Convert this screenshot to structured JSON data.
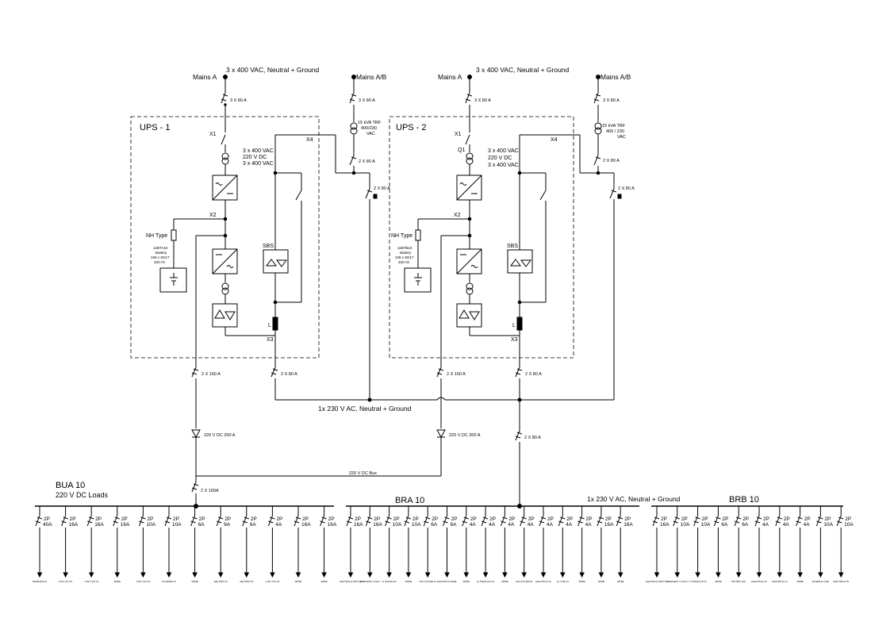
{
  "supply": {
    "main_feed": "3 x 400 VAC, Neutral + Ground",
    "mains_a": "Mains A",
    "mains_ab": "Mains A/B"
  },
  "ups1": {
    "title": "UPS - 1",
    "input_breaker": "3 X 80 A",
    "bypass_breaker": "3 X 80 A",
    "trf": [
      "15 kVA TRF",
      "400/230",
      "VAC"
    ],
    "trf_out_breaker": "2 X 80 A",
    "x1": "X1",
    "x2": "X2",
    "x3": "X3",
    "x4": "X4",
    "ratings": [
      "3 x 400 VAC",
      "220 V DC",
      "3 x 400 VAC"
    ],
    "fuse": "NH Type",
    "battery": [
      "11BTA10",
      "Battery",
      "108 x SD17",
      "320 Ah"
    ],
    "sbs": "SBS",
    "choke": "L",
    "maint_bypass_breaker": "2 X 80 A",
    "dc_out_breaker": "2 X 160 A",
    "ac_out_breaker": "2 X 80 A",
    "diode": "220 V DC 200 A"
  },
  "ups2": {
    "title": "UPS - 2",
    "input_breaker": "3 X 80 A",
    "bypass_breaker": "3 X 80 A",
    "trf": [
      "15 kVA TRF",
      "400 / 230",
      "VAC"
    ],
    "trf_out_breaker": "2 X 80 A",
    "x1": "X1",
    "q1": "Q1",
    "x2": "X2",
    "x3": "X3",
    "x4": "X4",
    "ratings": [
      "3 x 400 VAC",
      "220 V DC",
      "3 x 400 VAC"
    ],
    "fuse": "NH Type",
    "battery": [
      "11BTB10",
      "Battery",
      "108 x SD17",
      "320 Ah"
    ],
    "sbs": "SBS",
    "choke": "L",
    "maint_bypass_breaker": "2 X 80 A",
    "dc_out_breaker": "2 X 160 A",
    "ac_out_breaker": "2 X 80 A",
    "diode": "220 V DC 200 A"
  },
  "ac_bus": "1x 230 V AC, Neutral + Ground",
  "ac_main_breaker": "2 X 80 A",
  "dc_bus": "220 V DC Bus",
  "dc_main_breaker": "2 X 160A",
  "bua": {
    "title": "BUA 10",
    "subtitle": "220 V DC Loads",
    "feeders": [
      {
        "poles": "2P",
        "rating": "40A",
        "load": "SPARE BUS 01"
      },
      {
        "poles": "2P",
        "rating": "16A",
        "load": "2-TRL VOLT 01"
      },
      {
        "poles": "2P",
        "rating": "16A",
        "load": "3-TRL VOLT 02"
      },
      {
        "poles": "2P",
        "rating": "16A",
        "load": "SPARE"
      },
      {
        "poles": "2P",
        "rating": "10A",
        "load": "1-TRL VOLT 03"
      },
      {
        "poles": "2P",
        "rating": "10A",
        "load": "DC SERIES 01"
      },
      {
        "poles": "2P",
        "rating": "6A",
        "load": "SPARE"
      },
      {
        "poles": "2P",
        "rating": "6A",
        "load": "GEN PROT 01"
      },
      {
        "poles": "2P",
        "rating": "6A",
        "load": "GEN PROT 02"
      },
      {
        "poles": "2P",
        "rating": "4A",
        "load": "1-TRL VOLT 04"
      },
      {
        "poles": "2P",
        "rating": "16A",
        "load": "SPARE"
      },
      {
        "poles": "2P",
        "rating": "16A",
        "load": "SPARE"
      }
    ]
  },
  "bra": {
    "title": "BRA 10",
    "feeders": [
      {
        "poles": "2P",
        "rating": "16A",
        "load": "ELECTRICAL PROT 01"
      },
      {
        "poles": "2P",
        "rating": "16A",
        "load": "EMERGENCY LIGHT"
      },
      {
        "poles": "2P",
        "rating": "10A",
        "load": "LV STEAM AUX"
      },
      {
        "poles": "2P",
        "rating": "10A",
        "load": "SPARE"
      },
      {
        "poles": "2P",
        "rating": "6A",
        "load": "DCS COLUMN 01"
      },
      {
        "poles": "2P",
        "rating": "6A",
        "load": "ELECTRICAL PANEL"
      },
      {
        "poles": "2P",
        "rating": "4A",
        "load": "SPARE"
      },
      {
        "poles": "2P",
        "rating": "4A",
        "load": "LV STEAM AUX 02"
      },
      {
        "poles": "2P",
        "rating": "4A",
        "load": "SPARE"
      },
      {
        "poles": "2P",
        "rating": "4A",
        "load": "DCS COLUMN 02"
      },
      {
        "poles": "2P",
        "rating": "4A",
        "load": "ELECTRICAL 02"
      },
      {
        "poles": "2P",
        "rating": "4A",
        "load": "AC LOAD 01"
      },
      {
        "poles": "2P",
        "rating": "4A",
        "load": "SPARE"
      },
      {
        "poles": "2P",
        "rating": "16A",
        "load": "SPARE"
      },
      {
        "poles": "2P",
        "rating": "16A",
        "load": "SPARE"
      }
    ]
  },
  "brb": {
    "title": "BRB 10",
    "feeders": [
      {
        "poles": "2P",
        "rating": "16A",
        "load": "ELECTRICAL PROT 02"
      },
      {
        "poles": "2P",
        "rating": "10A",
        "load": "EMERGENCY LIGHT 2"
      },
      {
        "poles": "2P",
        "rating": "10A",
        "load": "LV STEAM AUX 03"
      },
      {
        "poles": "2P",
        "rating": "6A",
        "load": "SPARE"
      },
      {
        "poles": "2P",
        "rating": "6A",
        "load": "BATTERY FAN"
      },
      {
        "poles": "2P",
        "rating": "4A",
        "load": "ELECTRICAL 03"
      },
      {
        "poles": "2P",
        "rating": "4A",
        "load": "ELECTRICAL 04"
      },
      {
        "poles": "2P",
        "rating": "4A",
        "load": "SPARE"
      },
      {
        "poles": "2P",
        "rating": "10A",
        "load": "EXTERNAL LOAD"
      },
      {
        "poles": "2P",
        "rating": "10A",
        "load": "ELECTRICAL 05"
      }
    ]
  }
}
